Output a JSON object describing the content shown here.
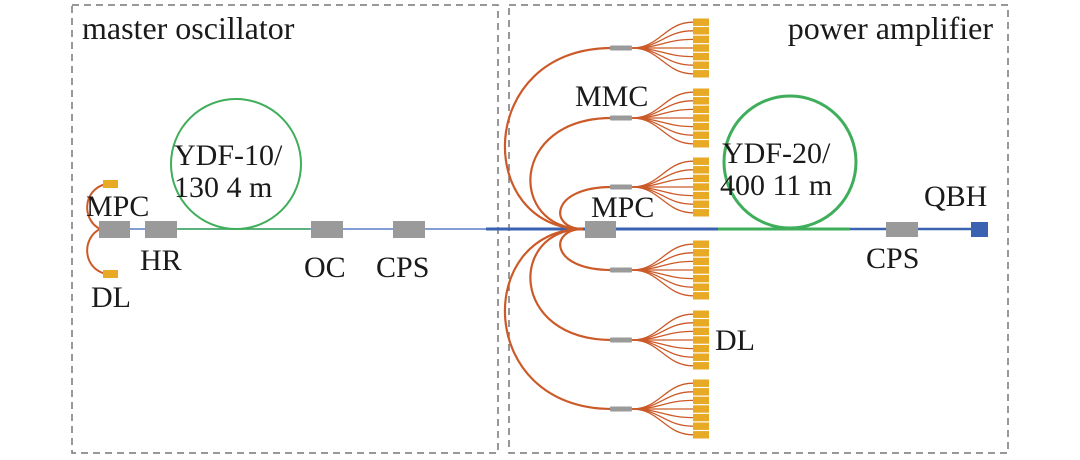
{
  "sections": {
    "oscillator": {
      "title": "master oscillator"
    },
    "amplifier": {
      "title": "power amplifier"
    }
  },
  "oscillator_labels": {
    "mpc": "MPC",
    "hr": "HR",
    "dl": "DL",
    "ydf_line1": "YDF-10/",
    "ydf_line2": "130 4 m",
    "oc": "OC",
    "cps": "CPS"
  },
  "amplifier_labels": {
    "mmc": "MMC",
    "mpc": "MPC",
    "dl": "DL",
    "ydf_line1": "YDF-20/",
    "ydf_line2": "400 11 m",
    "cps": "CPS",
    "qbh": "QBH"
  },
  "pump_groups": 6,
  "diodes_per_group": 7,
  "colors": {
    "passive_fiber": "#4169b8",
    "gain_fiber": "#3fae5a",
    "pump_fiber": "#cc5a28",
    "component": "#9a9a9a",
    "diode": "#e8a925",
    "qbh": "#3a62b0",
    "frame": "#777777"
  }
}
